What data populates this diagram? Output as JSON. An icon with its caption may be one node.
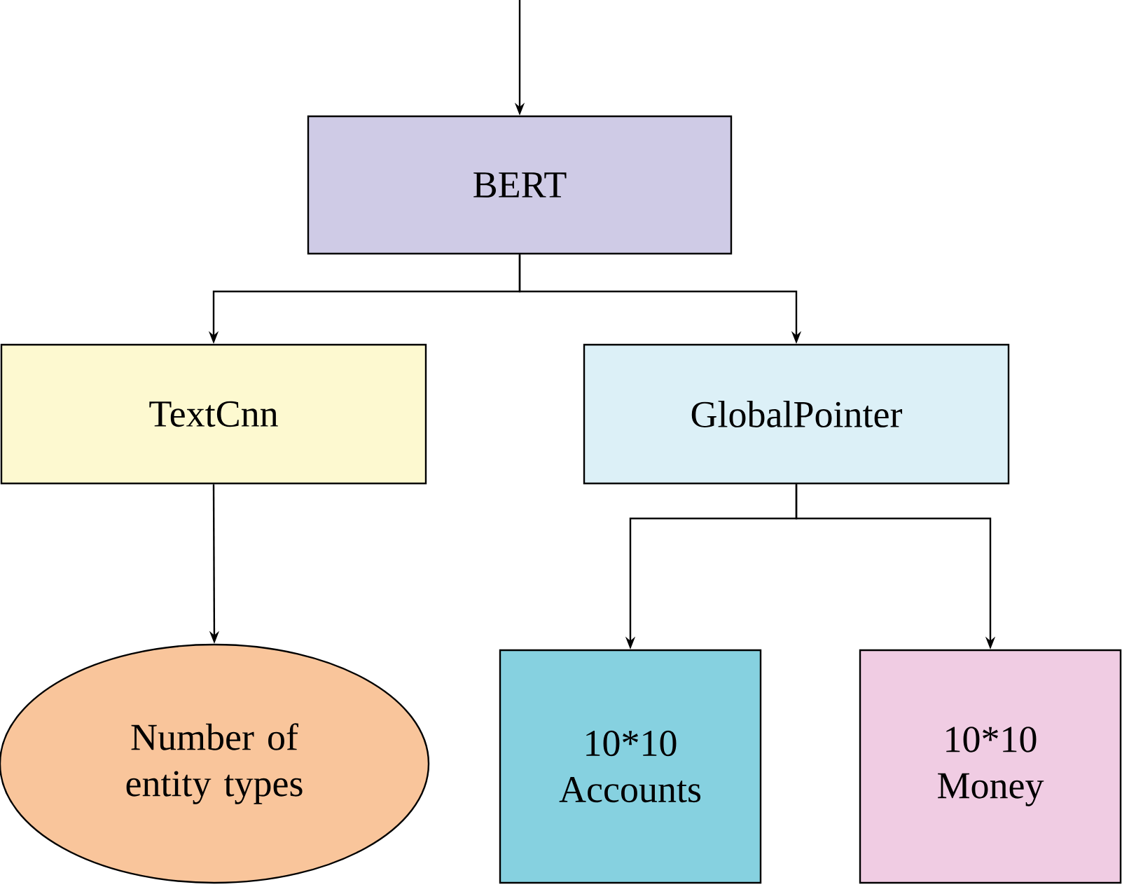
{
  "diagram": {
    "nodes": [
      {
        "text": [
          "BERT"
        ]
      },
      {
        "text": [
          "TextCnn"
        ]
      },
      {
        "text": [
          "GlobalPointer"
        ]
      },
      {
        "text": [
          "Number of entity types"
        ]
      },
      {
        "text": [
          "10*10 Accounts"
        ]
      },
      {
        "text": [
          "10*10 Money"
        ]
      }
    ],
    "edges": [
      {
        "from": null,
        "to": 0,
        "arrow": "to"
      },
      {
        "from": 0,
        "to": 1,
        "arrow": "to"
      },
      {
        "from": 0,
        "to": 2,
        "arrow": "to"
      },
      {
        "from": 1,
        "to": 3,
        "arrow": "to"
      },
      {
        "from": 2,
        "to": 4,
        "arrow": "to"
      },
      {
        "from": 2,
        "to": 5,
        "arrow": "to"
      }
    ]
  }
}
